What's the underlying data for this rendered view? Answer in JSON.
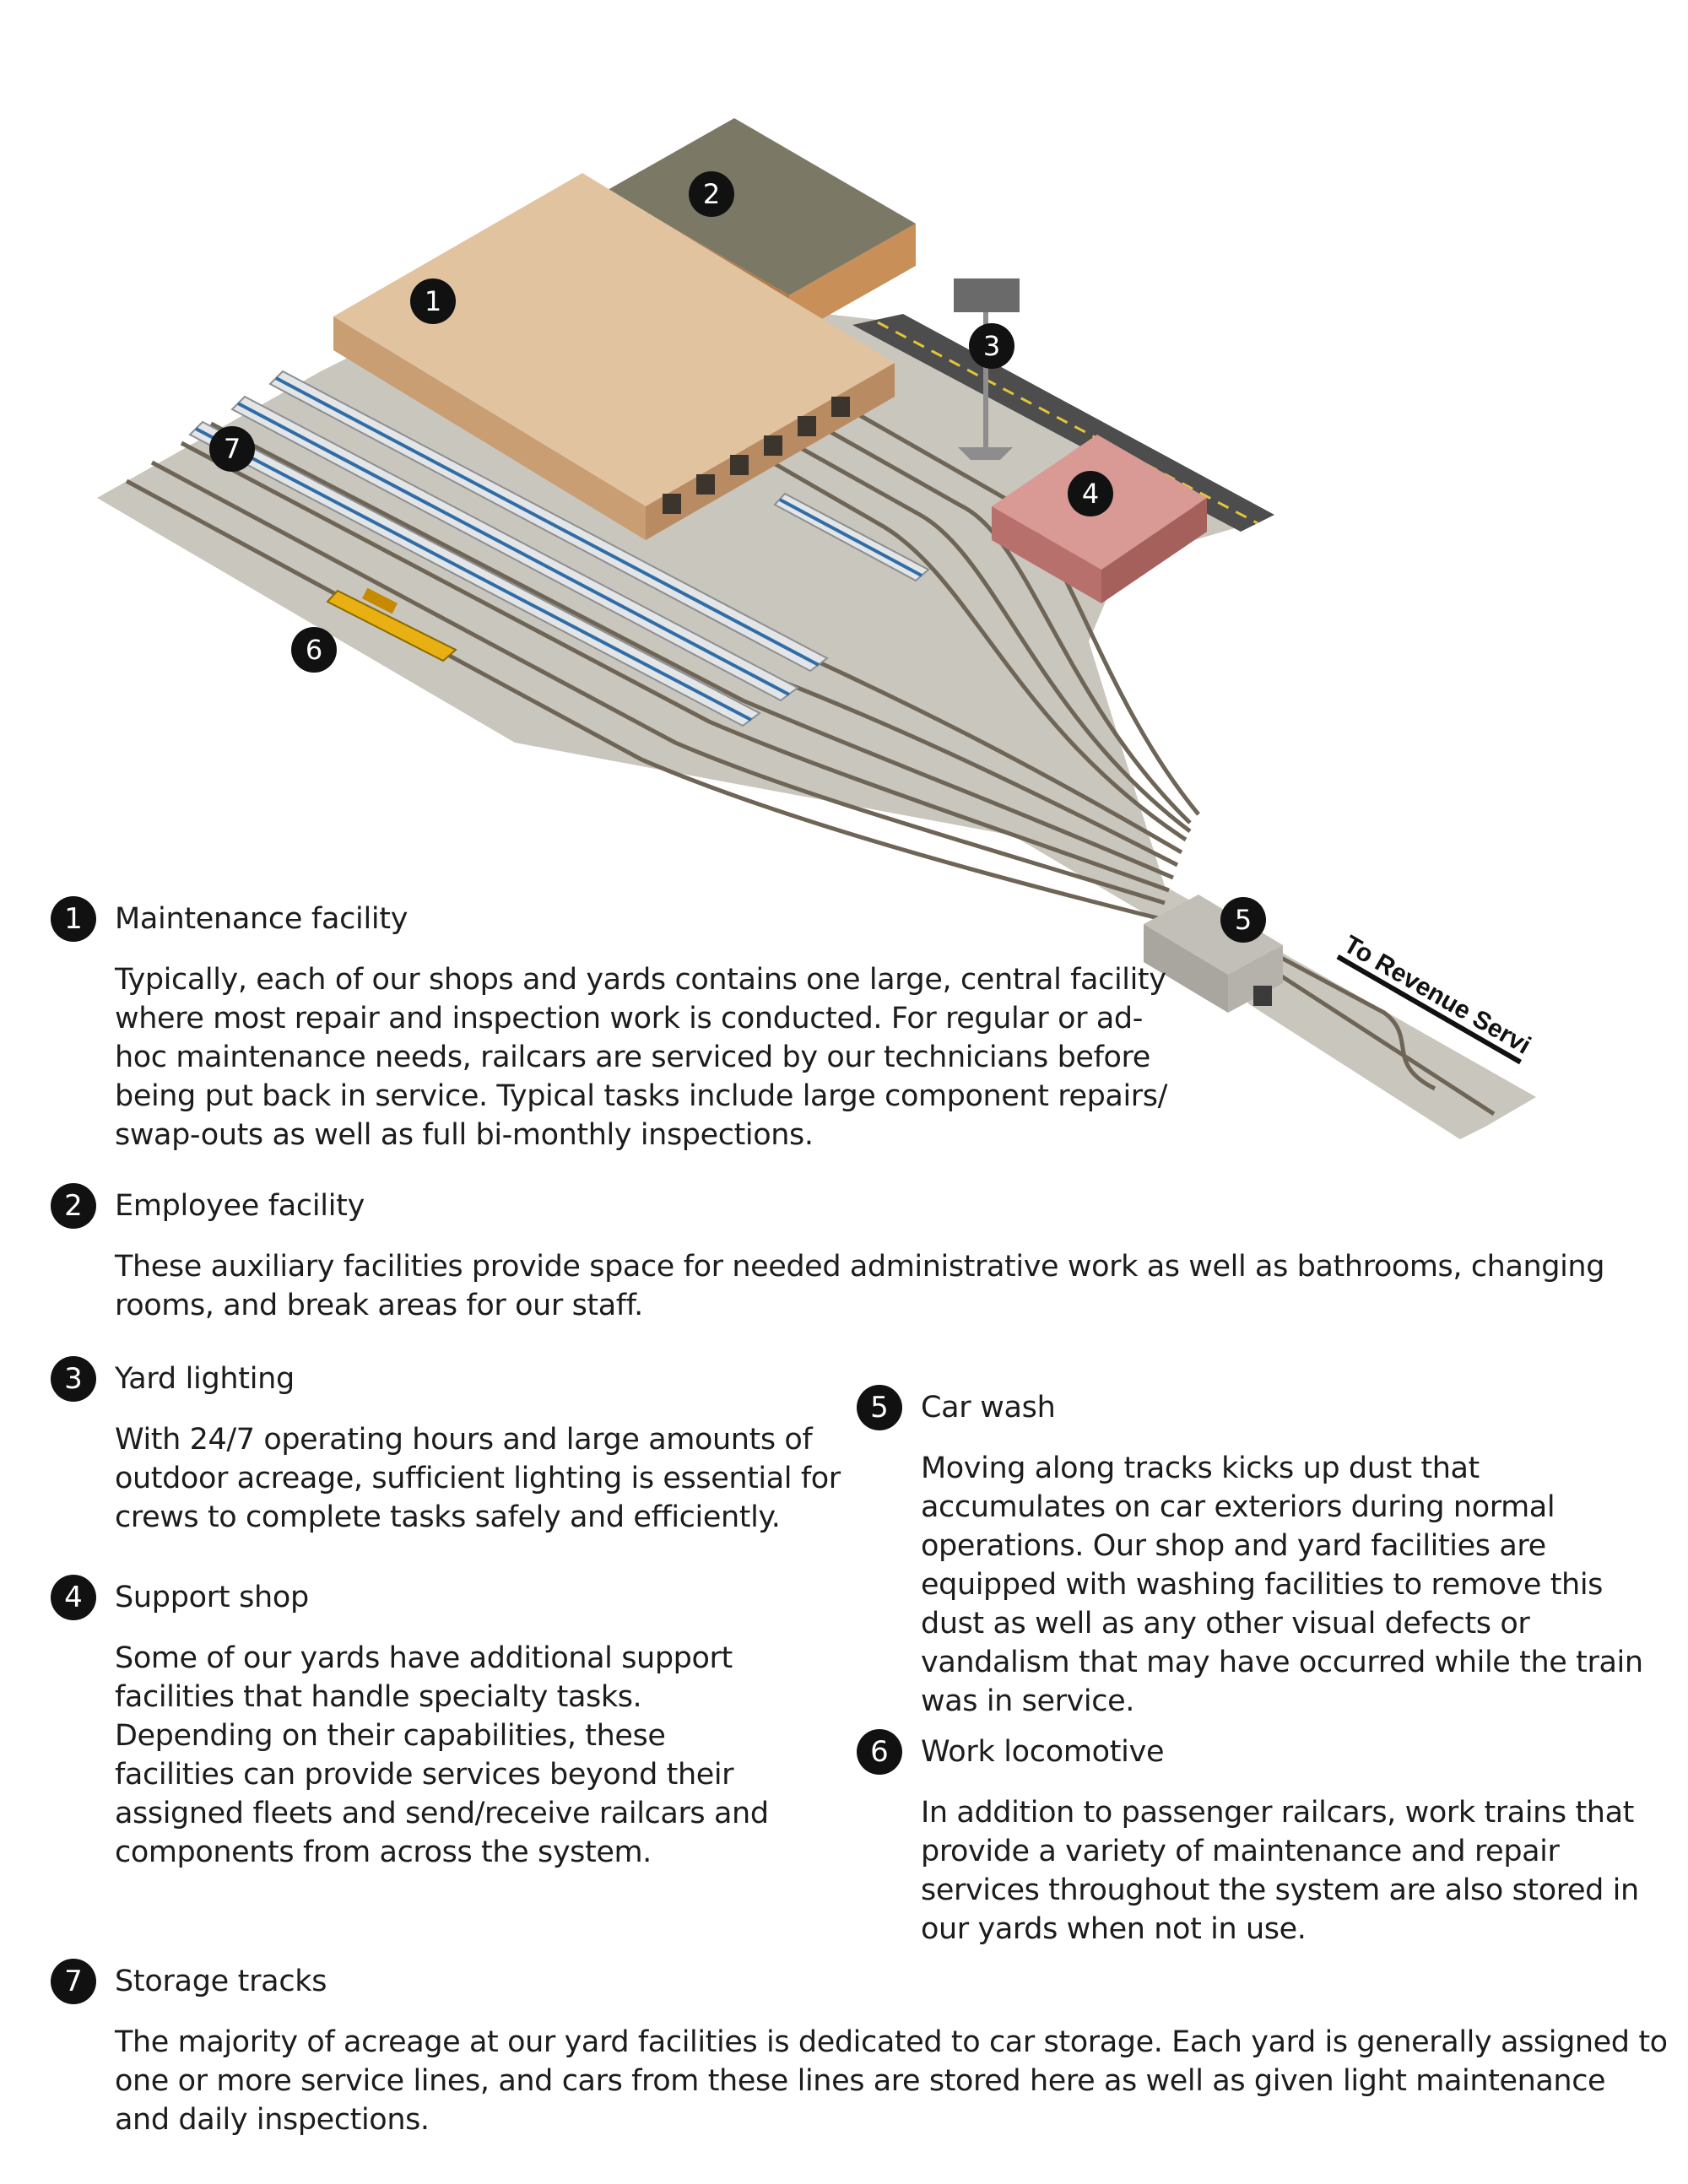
{
  "markers": [
    "1",
    "2",
    "3",
    "4",
    "5",
    "6",
    "7"
  ],
  "direction_label": "To Revenue Servi",
  "items": [
    {
      "num": "1",
      "title": "Maintenance facility",
      "desc": "Typically, each of our shops and yards contains one large, central facility where most repair and inspection work is conducted. For regular or ad-hoc maintenance needs, railcars are serviced by our technicians before being put back in service. Typical tasks include large component repairs/ swap-outs as well as full bi-monthly inspections."
    },
    {
      "num": "2",
      "title": "Employee facility",
      "desc": "These auxiliary facilities provide space for needed administrative work as well as bathrooms, changing rooms, and break areas for our staff."
    },
    {
      "num": "3",
      "title": "Yard lighting",
      "desc": "With 24/7 operating hours and large amounts of outdoor acreage, sufficient lighting is essential for crews to complete tasks safely and efficiently."
    },
    {
      "num": "4",
      "title": "Support shop",
      "desc": "Some of our yards have additional support facilities that handle specialty tasks. Depending on their capabilities, these facilities can provide services beyond their assigned fleets and send/receive railcars and components from across the system."
    },
    {
      "num": "5",
      "title": "Car wash",
      "desc": "Moving along tracks kicks up dust that accumulates on car exteriors during normal operations. Our shop and yard facilities are equipped with washing facilities to remove this dust as well as any other visual defects or vandalism that may have occurred while the train was in service."
    },
    {
      "num": "6",
      "title": "Work locomotive",
      "desc": "In addition to passenger railcars, work trains that provide a variety of maintenance and repair services throughout the system are also stored in our yards when not in use."
    },
    {
      "num": "7",
      "title": "Storage tracks",
      "desc": "The majority of acreage at our yard facilities is dedicated to car storage. Each yard is generally assigned to one or more service lines, and cars from these lines are stored here as well as given light maintenance and daily inspections."
    }
  ],
  "colors": {
    "ground": "#c9c6bd",
    "track": "#6e6556",
    "maintenance_roof": "#e2c3a0",
    "maintenance_wall": "#c99e73",
    "employee_roof": "#7b7965",
    "employee_wall": "#c98f59",
    "support_roof": "#d99a95",
    "support_wall": "#b7706c",
    "carwash": "#c2bfb8",
    "train": "#e4e5e6",
    "train_stripe": "#2f6da8",
    "work_loco": "#e8b012",
    "badge": "#111111"
  }
}
